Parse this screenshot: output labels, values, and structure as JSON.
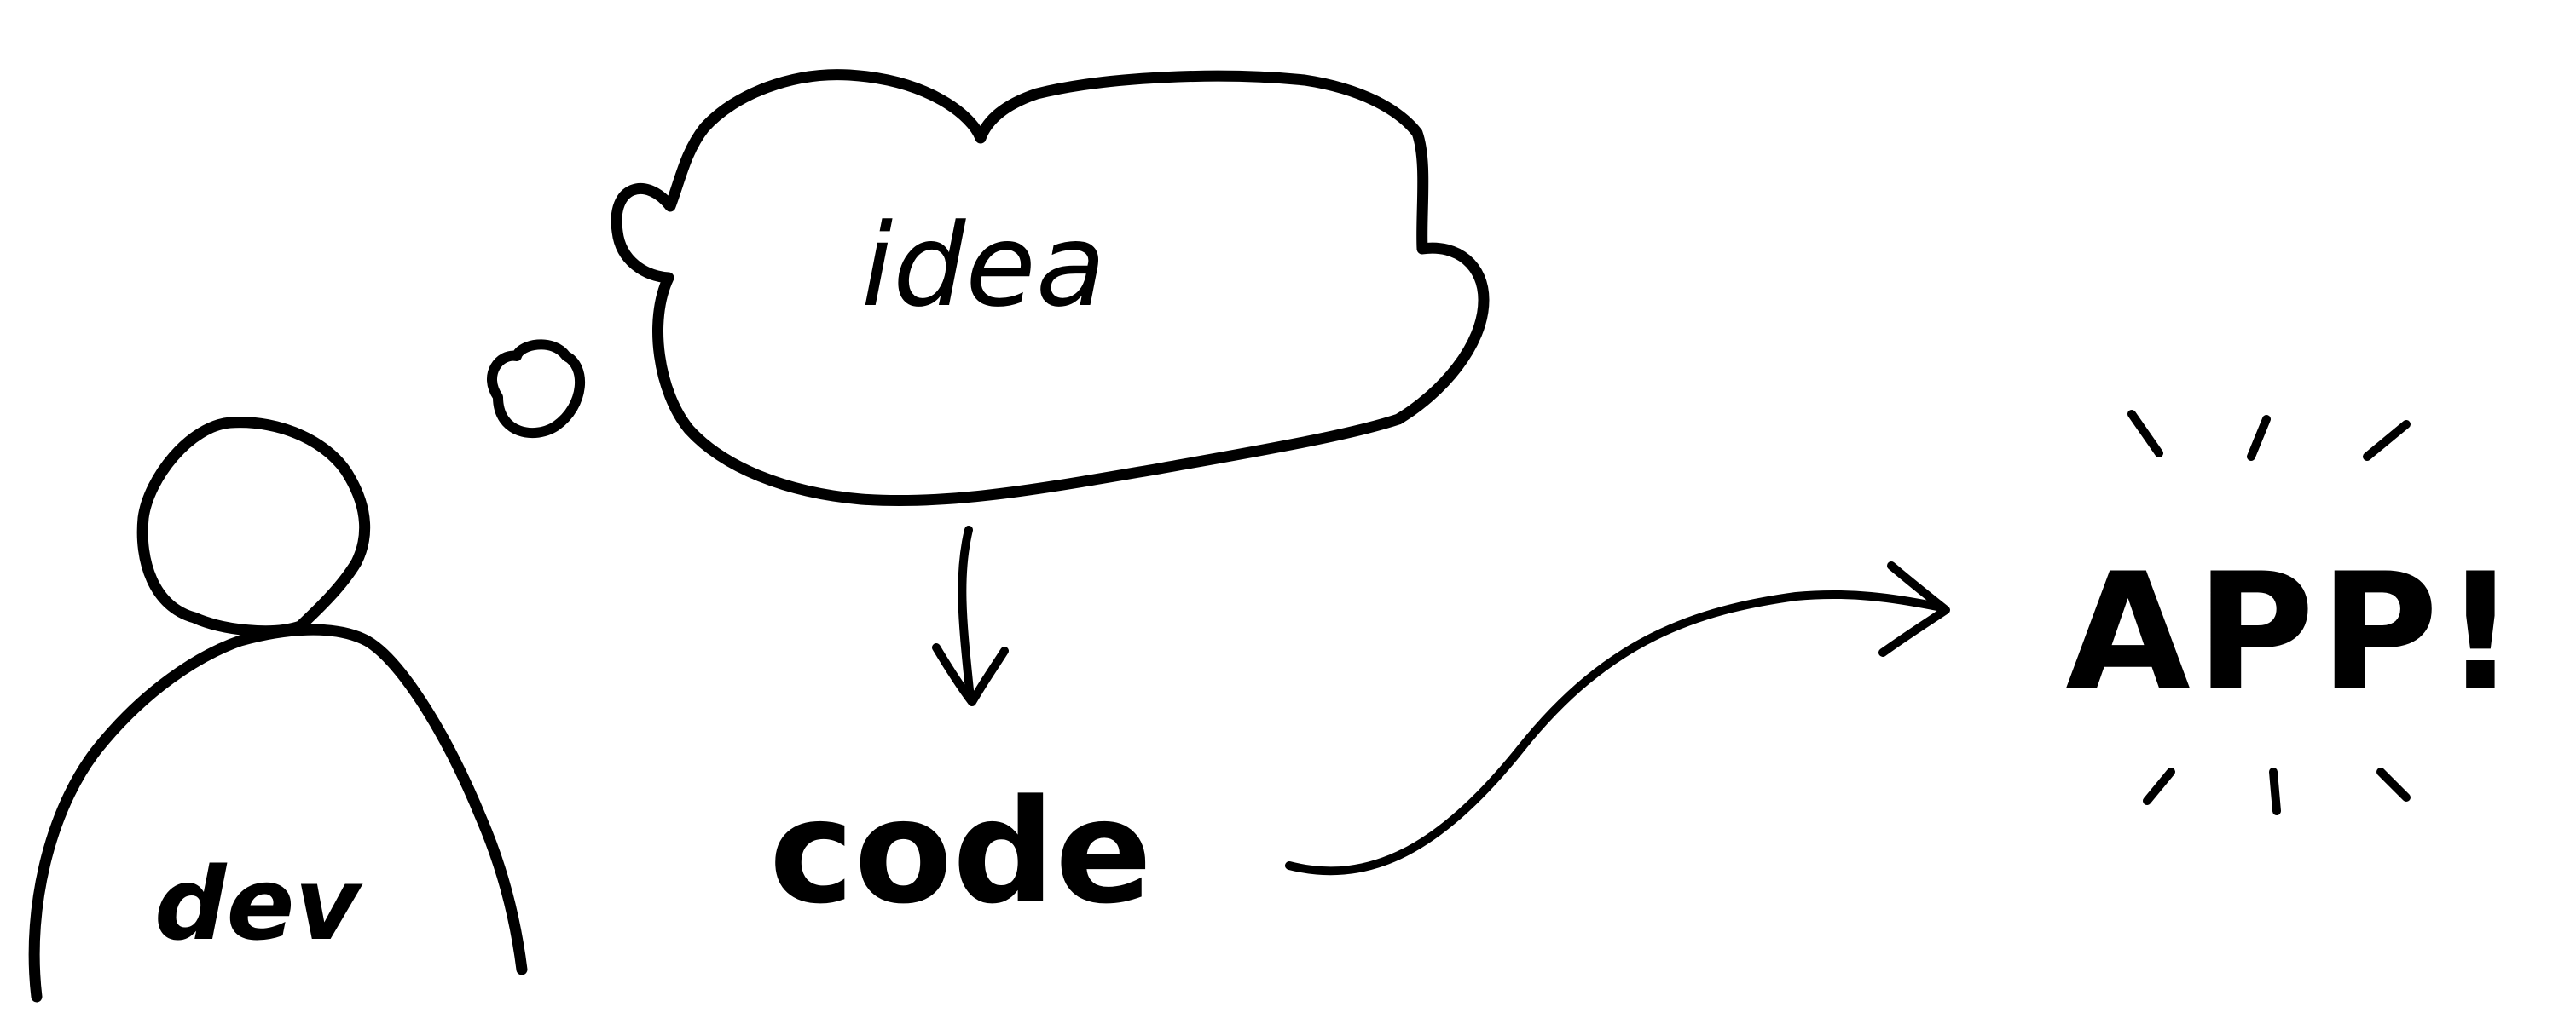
{
  "colors": {
    "ink": "#000000",
    "background": "#ffffff"
  },
  "labels": {
    "person": "dev",
    "thought": "idea",
    "artifact": "code",
    "result": "APP!"
  }
}
